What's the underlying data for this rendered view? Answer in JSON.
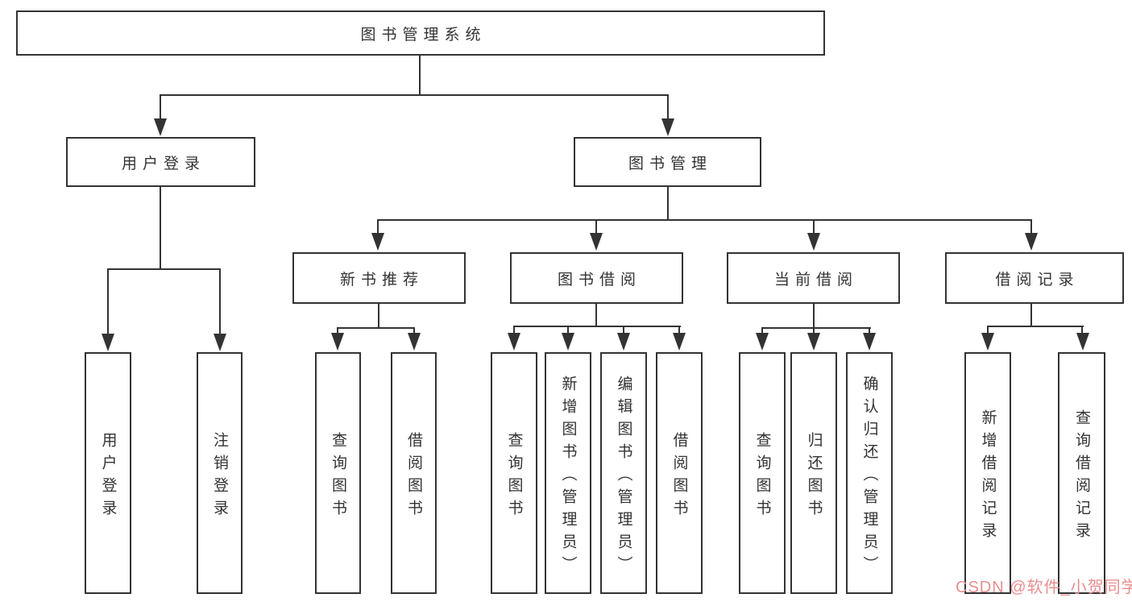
{
  "diagram": {
    "nodes": {
      "root": "图书管理系统",
      "user_login": "用户登录",
      "book_management": "图书管理",
      "new_book_recommend": "新书推荐",
      "book_borrow": "图书借阅",
      "current_borrow": "当前借阅",
      "borrow_record": "借阅记录"
    },
    "leaves": {
      "user_login": [
        "用户登录",
        "注销登录"
      ],
      "new_book_recommend": [
        "查询图书",
        "借阅图书"
      ],
      "book_borrow": [
        "查询图书",
        "新增图书（管理员）",
        "编辑图书（管理员）",
        "借阅图书"
      ],
      "current_borrow": [
        "查询图书",
        "归还图书",
        "确认归还（管理员）"
      ],
      "borrow_record": [
        "新增借阅记录",
        "查询借阅记录"
      ]
    },
    "colors": {
      "line": "#333333",
      "text": "#333333",
      "box_background": "#ffffff"
    }
  },
  "watermark": {
    "text": "CSDN @软件_小贺同学",
    "color": "#e78f8f"
  }
}
